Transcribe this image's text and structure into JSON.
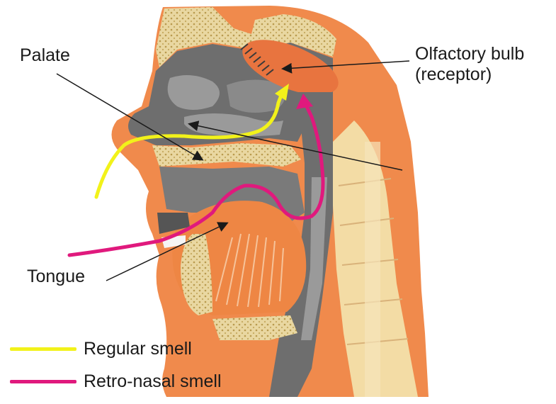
{
  "labels": {
    "palate": "Palate",
    "olfactory_line1": "Olfactory bulb",
    "olfactory_line2": "(receptor)",
    "tongue": "Tongue"
  },
  "legend": [
    {
      "label": "Regular smell",
      "color": "#f2f21a"
    },
    {
      "label": "Retro-nasal smell",
      "color": "#e0197d"
    }
  ],
  "colors": {
    "skin": "#f08a4c",
    "bone": "#e9d7a1",
    "cavity": "#6e6e6e",
    "cavity_light": "#9a9a9a",
    "tongue": "#ee8644",
    "spine": "#f3dca5",
    "bulb": "#e8743f"
  }
}
